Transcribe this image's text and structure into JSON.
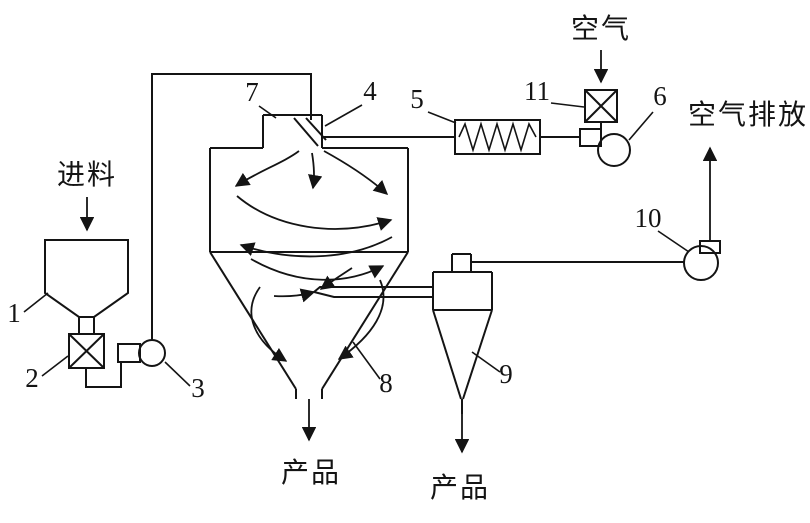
{
  "diagram": {
    "type": "spray-drying-process-flow",
    "labels": {
      "feed": "进料",
      "air_inlet": "空气",
      "air_exhaust": "空气排放",
      "product_chamber": "产品",
      "product_cyclone": "产品"
    },
    "numbers": {
      "hopper": "1",
      "rotary_valve": "2",
      "feed_pump": "3",
      "atomizer": "4",
      "heater": "5",
      "blower": "6",
      "chamber_top": "7",
      "drying_chamber": "8",
      "cyclone": "9",
      "exhaust_fan": "10",
      "air_valve": "11"
    },
    "colors": {
      "line": "#141414",
      "background": "#ffffff"
    }
  }
}
